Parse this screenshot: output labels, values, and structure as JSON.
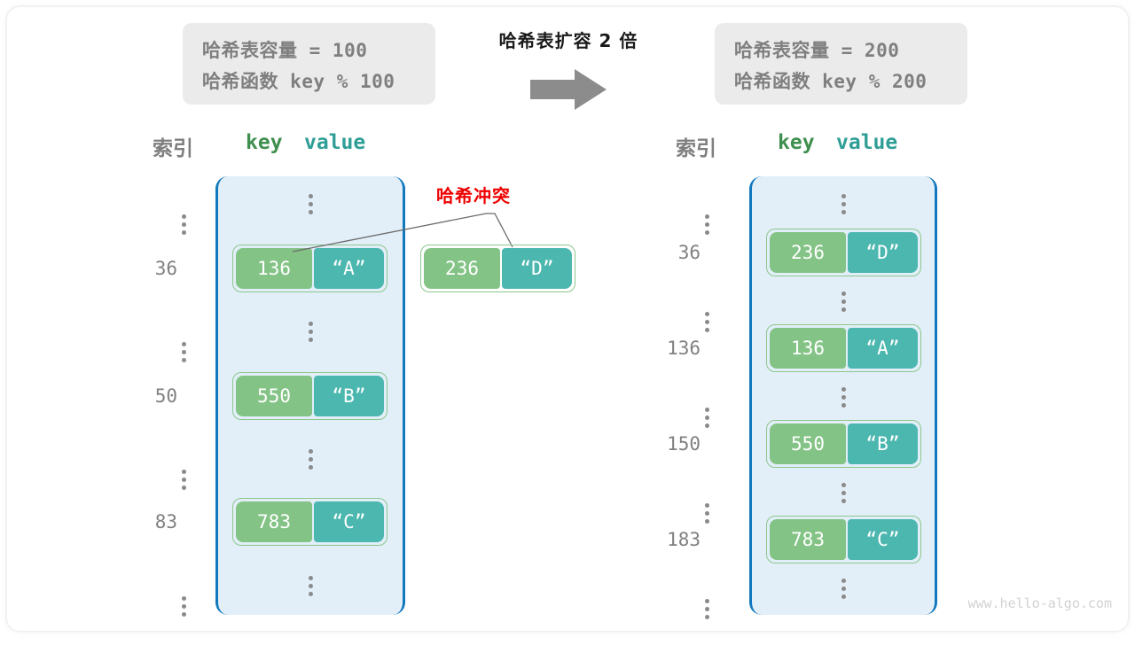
{
  "title": "哈希表扩容 2 倍",
  "arrow_icon": "right-arrow-icon",
  "colors": {
    "key_box": "#84c386",
    "value_box": "#4cb7af",
    "table_fill": "#e2eff9",
    "table_border": "#1278be",
    "info_box": "#ebebeb",
    "collision_text": "#ee0000",
    "index_text": "#808080"
  },
  "before": {
    "info": {
      "capacity_line": "哈希表容量 = 100",
      "hash_line": "哈希函数 key % 100"
    },
    "headers": {
      "index": "索引",
      "key": "key",
      "value": "value"
    },
    "rows": [
      {
        "type": "dots",
        "index": "⋮"
      },
      {
        "type": "entry",
        "index": "36",
        "key": "136",
        "value": "“A”"
      },
      {
        "type": "dots",
        "index": "⋮"
      },
      {
        "type": "entry",
        "index": "50",
        "key": "550",
        "value": "“B”"
      },
      {
        "type": "dots",
        "index": "⋮"
      },
      {
        "type": "entry",
        "index": "83",
        "key": "783",
        "value": "“C”"
      },
      {
        "type": "dots",
        "index": "⋮"
      }
    ]
  },
  "collision": {
    "label": "哈希冲突",
    "floating_entry": {
      "key": "236",
      "value": "“D”"
    }
  },
  "after": {
    "info": {
      "capacity_line": "哈希表容量 = 200",
      "hash_line": "哈希函数 key % 200"
    },
    "headers": {
      "index": "索引",
      "key": "key",
      "value": "value"
    },
    "rows": [
      {
        "type": "dots",
        "index": "⋮"
      },
      {
        "type": "entry",
        "index": "36",
        "key": "236",
        "value": "“D”"
      },
      {
        "type": "dots",
        "index": "⋮"
      },
      {
        "type": "entry",
        "index": "136",
        "key": "136",
        "value": "“A”"
      },
      {
        "type": "dots",
        "index": "⋮"
      },
      {
        "type": "entry",
        "index": "150",
        "key": "550",
        "value": "“B”"
      },
      {
        "type": "dots",
        "index": "⋮"
      },
      {
        "type": "entry",
        "index": "183",
        "key": "783",
        "value": "“C”"
      },
      {
        "type": "dots",
        "index": "⋮"
      }
    ]
  },
  "watermark": "www.hello-algo.com"
}
